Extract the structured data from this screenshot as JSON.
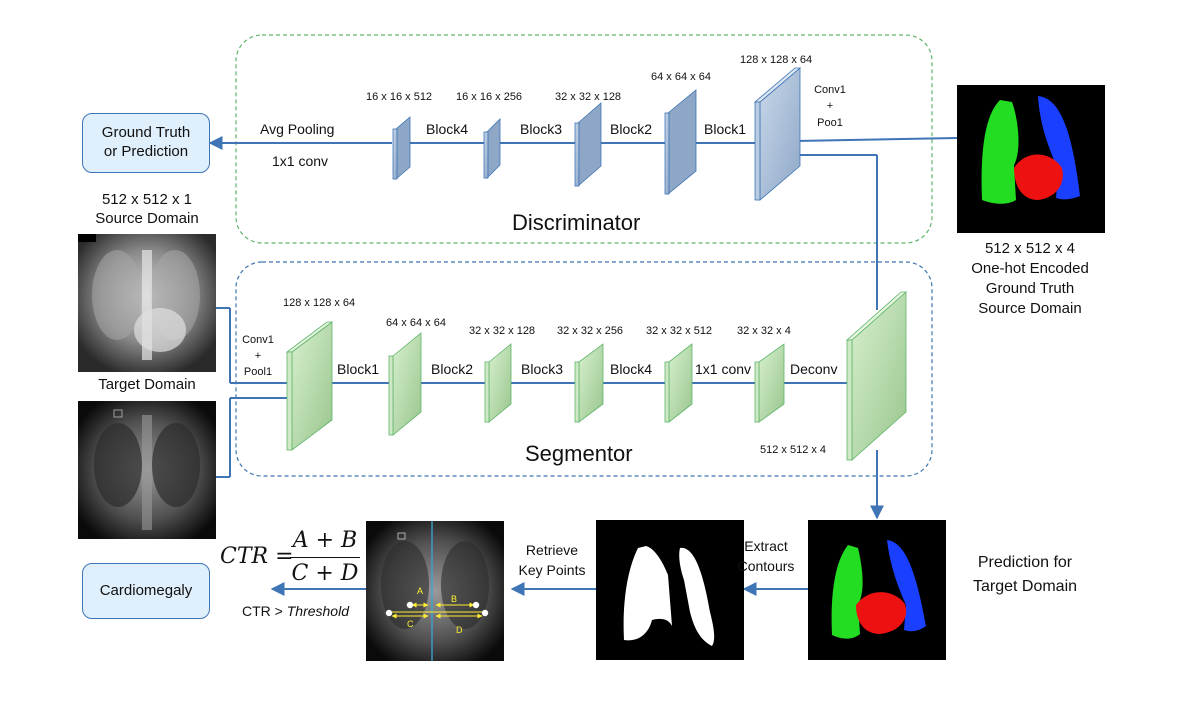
{
  "discriminator": {
    "title": "Discriminator",
    "dims": [
      "16 x 16 x 512",
      "16 x 16 x 256",
      "32 x 32 x 128",
      "64 x 64 x 64",
      "128 x 128 x 64"
    ],
    "blocks": [
      "Block4",
      "Block3",
      "Block2",
      "Block1"
    ],
    "avg_pooling": "Avg Pooling",
    "conv_1x1": "1x1 conv",
    "conv1_label": "Conv1",
    "plus": "+",
    "pool1_label": "Poo1"
  },
  "segmentor": {
    "title": "Segmentor",
    "dims": [
      "128 x 128 x 64",
      "64 x 64 x 64",
      "32 x 32 x 128",
      "32 x 32 x 256",
      "32 x 32 x 512",
      "32 x 32 x 4",
      "512 x 512 x 4"
    ],
    "blocks": [
      "Block1",
      "Block2",
      "Block3",
      "Block4",
      "1x1 conv",
      "Deconv"
    ],
    "conv1_label": "Conv1",
    "plus": "+",
    "pool1_label": "Pool1"
  },
  "source": {
    "dims": "512 x 512 x 1",
    "label": "Source Domain"
  },
  "target": {
    "label": "Target Domain"
  },
  "ground_truth_box": {
    "line1": "Ground Truth",
    "line2": "or Prediction"
  },
  "onehot_caption": [
    "512 x 512 x 4",
    "One-hot Encoded",
    "Ground Truth",
    "Source Domain"
  ],
  "prediction_caption": [
    "Prediction for",
    "Target Domain"
  ],
  "extract_contours": [
    "Extract",
    "Contours"
  ],
  "retrieve_key_points": [
    "Retrieve",
    "Key Points"
  ],
  "formula": {
    "lhs": "CTR =",
    "numerator": "A + B",
    "denominator": "C + D"
  },
  "threshold": {
    "prefix": "CTR > ",
    "word": "Threshold"
  },
  "cardiomegaly": "Cardiomegaly",
  "xray_points": [
    "A",
    "B",
    "C",
    "D"
  ],
  "colors": {
    "blue_block": "#a9bdd6",
    "green_block": "#b9dfb0",
    "line": "#3f74b5",
    "disc_border": "#5fb56a",
    "seg_border": "#3f74b5",
    "pill_fill": "#dfeffb",
    "lung_left": "#22dd22",
    "lung_right": "#1a3fff",
    "heart": "#ee1111",
    "key_point": "#ffee33"
  }
}
